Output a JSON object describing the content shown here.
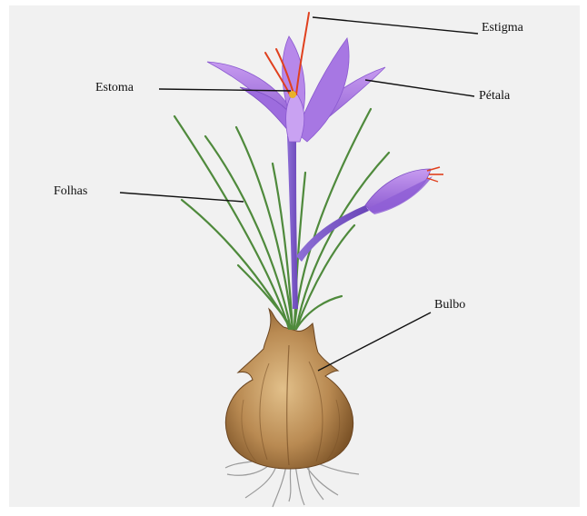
{
  "labels": {
    "estigma": "Estigma",
    "estoma": "Estoma",
    "petala": "Pétala",
    "folhas": "Folhas",
    "bulbo": "Bulbo"
  },
  "colors": {
    "background": "#f1f1f1",
    "petal": "#b07ee6",
    "petal_dark": "#7d4fc4",
    "stigma": "#e0401e",
    "leaf": "#4f8a3c",
    "bulb": "#b98a52",
    "root": "#9a9a9a",
    "leader_line": "#111111"
  }
}
